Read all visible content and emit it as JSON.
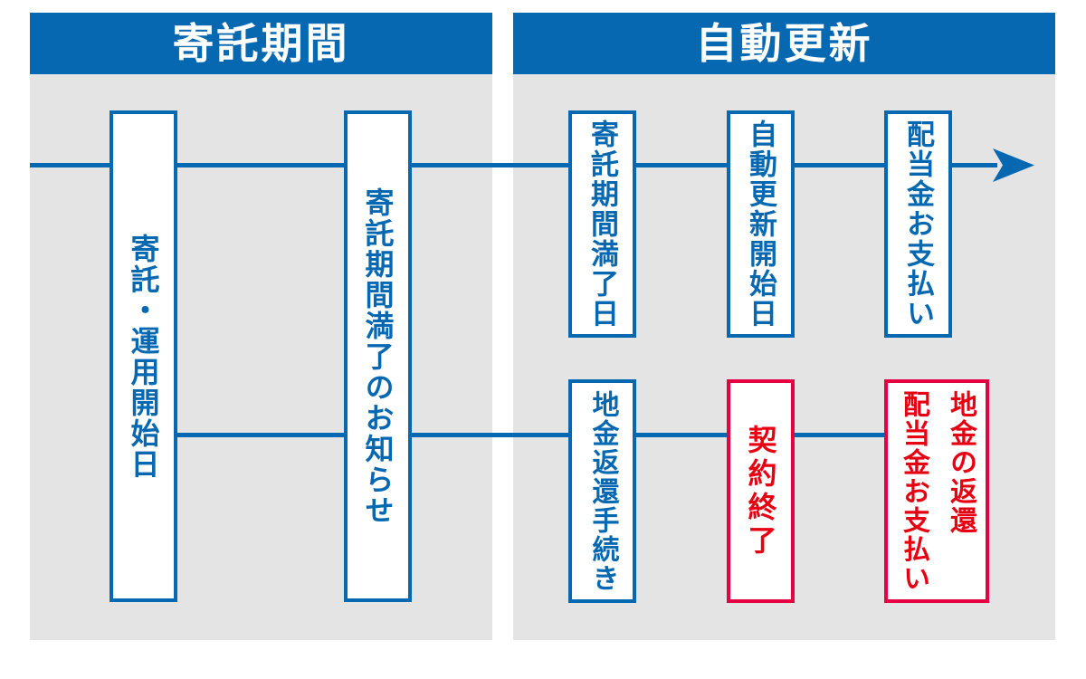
{
  "colors": {
    "blue": "#0768b2",
    "panel_gray": "#e4e4e4",
    "red_border": "#e60043",
    "red_text": "#e60012",
    "box_background": "#ffffff",
    "header_text": "#ffffff"
  },
  "headers": {
    "left": "寄託期間",
    "right": "自動更新"
  },
  "timeline": {
    "arrow_icon": "right-arrow"
  },
  "boxes": {
    "deposit_start": {
      "label": "寄託・運用開始日",
      "style": "blue"
    },
    "expiry_notice": {
      "label": "寄託期間満了のお知らせ",
      "style": "blue"
    },
    "expiry_date": {
      "label": "寄託期間満了日",
      "style": "blue"
    },
    "renewal_start": {
      "label": "自動更新開始日",
      "style": "blue"
    },
    "dividend_payment": {
      "label": "配当金お支払い",
      "style": "blue"
    },
    "return_procedure": {
      "label": "地金返還手続き",
      "style": "blue"
    },
    "contract_end": {
      "label": "契約終了",
      "style": "red"
    },
    "final_settlement": {
      "label": "地金の返還\n配当金お支払い",
      "style": "red"
    }
  }
}
